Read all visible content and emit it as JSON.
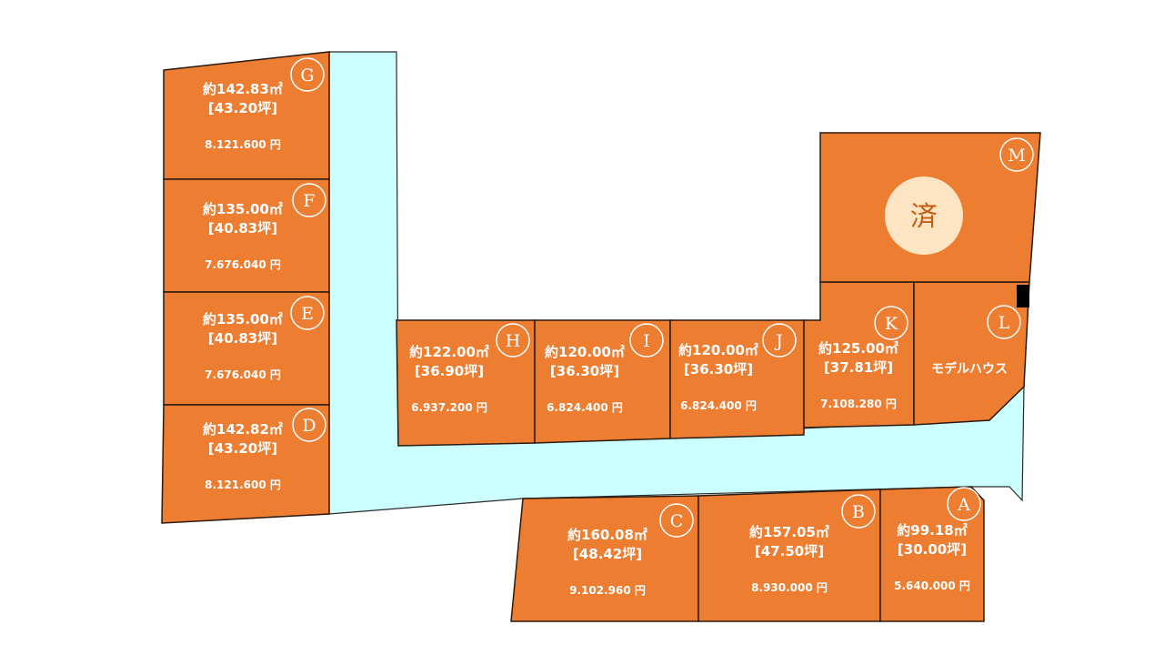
{
  "colors": {
    "lot": "#ed7d31",
    "road": "#ccffff",
    "sold_badge": "#fde5c4",
    "sold_text": "#c55a11"
  },
  "lots": [
    {
      "id": "G",
      "area": "約142.83㎡",
      "tsubo": "[43.20坪]",
      "price": "8.121.600 円"
    },
    {
      "id": "F",
      "area": "約135.00㎡",
      "tsubo": "[40.83坪]",
      "price": "7.676.040 円"
    },
    {
      "id": "E",
      "area": "約135.00㎡",
      "tsubo": "[40.83坪]",
      "price": "7.676.040 円"
    },
    {
      "id": "D",
      "area": "約142.82㎡",
      "tsubo": "[43.20坪]",
      "price": "8.121.600 円"
    },
    {
      "id": "H",
      "area": "約122.00㎡",
      "tsubo": "[36.90坪]",
      "price": "6.937.200 円"
    },
    {
      "id": "I",
      "area": "約120.00㎡",
      "tsubo": "[36.30坪]",
      "price": "6.824.400 円"
    },
    {
      "id": "J",
      "area": "約120.00㎡",
      "tsubo": "[36.30坪]",
      "price": "6.824.400 円"
    },
    {
      "id": "K",
      "area": "約125.00㎡",
      "tsubo": "[37.81坪]",
      "price": "7.108.280 円"
    },
    {
      "id": "L",
      "note": "モデルハウス"
    },
    {
      "id": "M",
      "sold": "済"
    },
    {
      "id": "C",
      "area": "約160.08㎡",
      "tsubo": "[48.42坪]",
      "price": "9.102.960 円"
    },
    {
      "id": "B",
      "area": "約157.05㎡",
      "tsubo": "[47.50坪]",
      "price": "8.930.000 円"
    },
    {
      "id": "A",
      "area": "約99.18㎡",
      "tsubo": "[30.00坪]",
      "price": "5.640.000 円"
    }
  ]
}
